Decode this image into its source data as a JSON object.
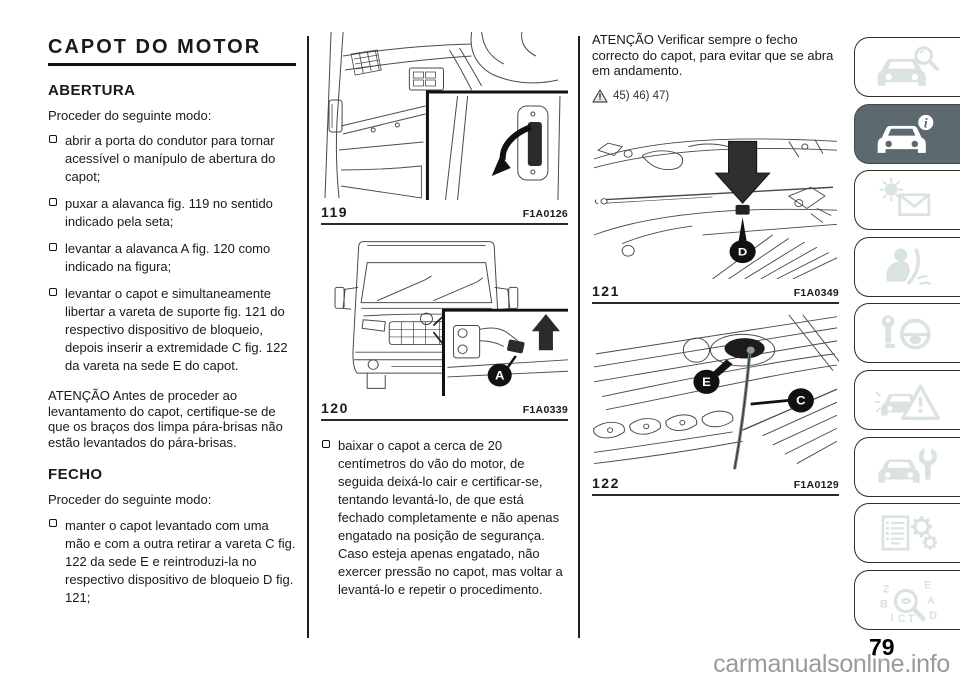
{
  "colors": {
    "active_tab_bg": "#5c6a70",
    "inactive_icon": "#d9e3e1",
    "text": "#1a1a1a",
    "watermark": "#9a9a9a"
  },
  "left": {
    "title": "CAPOT DO MOTOR",
    "abertura_heading": "ABERTURA",
    "abertura_intro": "Proceder do seguinte modo:",
    "abertura_bullets": [
      "abrir a porta do condutor para tornar acessível o manípulo de abertura do capot;",
      "puxar a alavanca fig. 119 no sentido indicado pela seta;",
      "levantar a alavanca A fig. 120 como indicado na figura;",
      "levantar o capot e simultaneamente libertar a vareta de suporte fig. 121 do respectivo dispositivo de bloqueio, depois inserir a extremidade C fig. 122 da vareta na sede E do capot."
    ],
    "abertura_note": "ATENÇÃO Antes de proceder ao levantamento do capot, certifique-se de que os braços dos limpa pára-brisas não estão levantados do pára-brisas.",
    "fecho_heading": "FECHO",
    "fecho_intro": "Proceder do seguinte modo:",
    "fecho_bullets": [
      "manter o capot levantado com uma mão e com a outra retirar a vareta C fig. 122 da sede E e reintroduzi-la no respectivo dispositivo de bloqueio D fig. 121;"
    ]
  },
  "middle": {
    "bullet": "baixar o capot a cerca de 20 centímetros do vão do motor, de seguida deixá-lo cair e certificar-se, tentando levantá-lo, de que está fechado completamente e não apenas engatado na posição de segurança. Caso esteja apenas engatado, não exercer pressão no capot, mas voltar a levantá-lo e repetir o procedimento."
  },
  "right": {
    "note": "ATENÇÃO Verificar sempre o fecho correcto do capot, para evitar que se abra em andamento.",
    "warning_glyph": "!",
    "warning_refs": "45) 46) 47)"
  },
  "figures": {
    "fig119": {
      "number": "119",
      "code": "F1A0126"
    },
    "fig120": {
      "number": "120",
      "code": "F1A0339",
      "label_a": "A"
    },
    "fig121": {
      "number": "121",
      "code": "F1A0349",
      "label_d": "D"
    },
    "fig122": {
      "number": "122",
      "code": "F1A0129",
      "label_e": "E",
      "label_c": "C"
    }
  },
  "sidebar": {
    "tabs": [
      {
        "icon": "car-magnifier-icon",
        "active": false
      },
      {
        "icon": "car-info-icon",
        "active": true
      },
      {
        "icon": "warning-light-mail-icon",
        "active": false
      },
      {
        "icon": "airbag-safety-icon",
        "active": false
      },
      {
        "icon": "key-steering-icon",
        "active": false
      },
      {
        "icon": "emergency-triangle-icon",
        "active": false
      },
      {
        "icon": "car-wrench-icon",
        "active": false
      },
      {
        "icon": "specs-gears-icon",
        "active": false
      },
      {
        "icon": "index-search-icon",
        "active": false
      }
    ],
    "info_glyph": "i",
    "index_letters": [
      "Z",
      "E",
      "B",
      "A",
      "D",
      "I",
      "C",
      "T"
    ]
  },
  "footer": {
    "page_number": "79",
    "watermark": "carmanualsonline.info"
  }
}
